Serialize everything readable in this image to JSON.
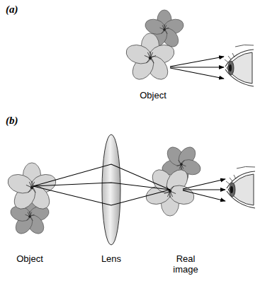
{
  "diagram": {
    "labels": [
      "(a)",
      "Object",
      "(b)",
      "Object",
      "Lens",
      "Real image"
    ]
  }
}
